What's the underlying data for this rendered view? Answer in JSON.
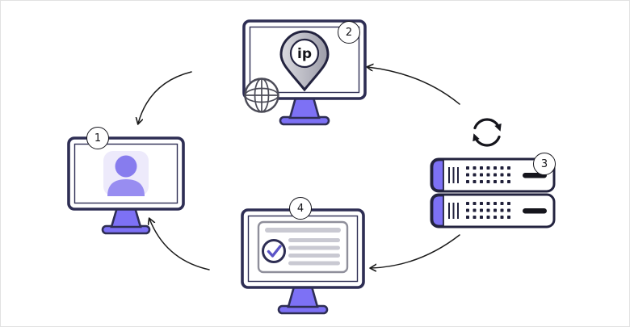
{
  "diagram": {
    "steps": {
      "user_monitor": {
        "badge": "1"
      },
      "ip_monitor": {
        "badge": "2",
        "pin_label": "ip"
      },
      "server_stack": {
        "badge": "3"
      },
      "document_monitor": {
        "badge": "4"
      }
    },
    "icons": {
      "user_monitor": "person-icon",
      "ip_monitor": "ip-location-pin-icon",
      "ip_monitor_secondary": "globe-icon",
      "server_stack": "server-rack-icon",
      "server_stack_secondary": "refresh-icon",
      "document_monitor": "document-checkmark-icon"
    },
    "colors": {
      "outline_dark": "#2e2e54",
      "server_outline": "#23233f",
      "accent_purple": "#7d71f5",
      "person_purple_head": "#877cee",
      "person_purple_body": "#988df1",
      "person_backdrop": "#edeafb",
      "pin_gray_light": "#dadae0",
      "pin_gray_dark": "#9c9ca8",
      "check_indigo": "#5b54c7",
      "line_gray": "#c9c9d2",
      "pill_black": "#15151c",
      "arrow_black": "#1a1a1a"
    }
  }
}
